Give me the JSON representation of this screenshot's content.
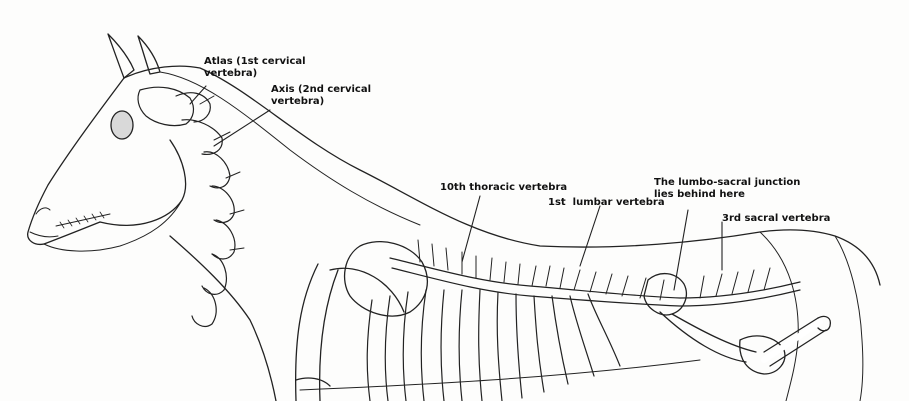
{
  "labels": {
    "atlas": "Atlas (1st cervical\nvertebra)",
    "axis": "Axis (2nd cervical\nvertebra)",
    "thoracic10": "10th thoracic vertebra",
    "lumbar1": "1st  lumbar vertebra",
    "lumbosacral": "The lumbo-sacral junction\nlies behind here",
    "sacral3": "3rd sacral vertebra"
  }
}
